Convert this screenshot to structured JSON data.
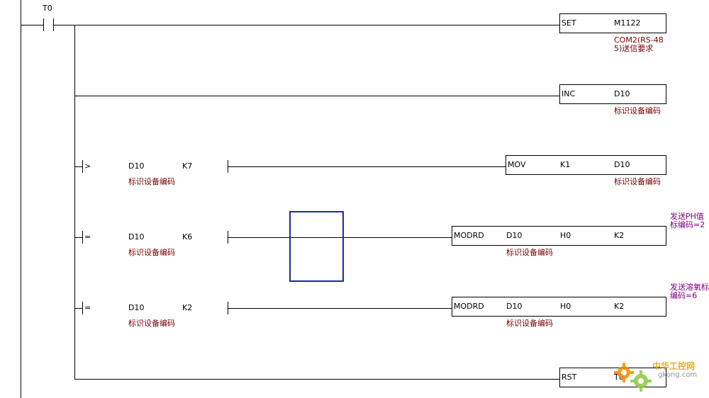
{
  "rungs": {
    "r1": {
      "contact": "T0",
      "instr": "SET",
      "op1": "M1122",
      "comment": "COM2(RS-485)送信要求"
    },
    "r2": {
      "instr": "INC",
      "op1": "D10",
      "comment": "标识设备编码"
    },
    "r3": {
      "cmp": ">",
      "s1": "D10",
      "s2": "K7",
      "comment": "标识设备编码",
      "instr": "MOV",
      "op1": "K1",
      "op2": "D10",
      "op2_comment": "标识设备编码"
    },
    "r4": {
      "cmp": "=",
      "s1": "D10",
      "s2": "K6",
      "comment": "标识设备编码",
      "instr": "MODRD",
      "op1": "D10",
      "op2": "H0",
      "op3": "K2",
      "op1_comment": "标识设备编码",
      "note": "发送PH值标编码=2"
    },
    "r5": {
      "cmp": "=",
      "s1": "D10",
      "s2": "K2",
      "comment": "标识设备编码",
      "instr": "MODRD",
      "op1": "D10",
      "op2": "H0",
      "op3": "K2",
      "op1_comment": "标识设备编码",
      "note": "发送溶氧标编码=6"
    },
    "r6": {
      "instr": "RST",
      "op1": "T0"
    }
  },
  "watermark": {
    "brand": "中华工控网",
    "domain": "gkong.com",
    "colors": {
      "orange": "#f08a00",
      "green": "#8cc63f",
      "text": "#e8a000"
    }
  },
  "colors": {
    "comment": "#7a0000",
    "note": "#800080",
    "cursor": "#1c2a9c"
  }
}
